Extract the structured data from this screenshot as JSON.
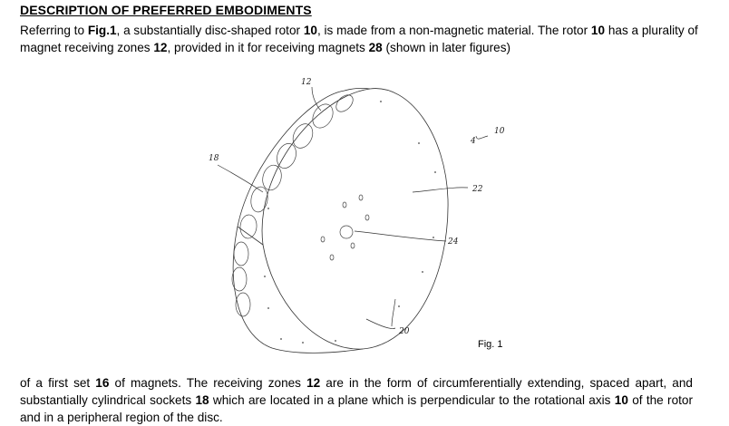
{
  "heading": "DESCRIPTION OF PREFERRED EMBODIMENTS",
  "para1": [
    {
      "t": "Referring to "
    },
    {
      "t": "Fig.1",
      "b": true
    },
    {
      "t": ", a substantially disc-shaped rotor "
    },
    {
      "t": "10",
      "b": true
    },
    {
      "t": ", is made from a non-magnetic material.  The rotor "
    },
    {
      "t": "10",
      "b": true
    },
    {
      "t": " has a plurality of magnet receiving zones "
    },
    {
      "t": "12",
      "b": true
    },
    {
      "t": ", provided in it for receiving magnets "
    },
    {
      "t": "28",
      "b": true
    },
    {
      "t": " (shown in later figures)"
    }
  ],
  "para2": [
    {
      "t": "of a first set "
    },
    {
      "t": "16",
      "b": true
    },
    {
      "t": " of magnets.  The receiving zones "
    },
    {
      "t": "12",
      "b": true
    },
    {
      "t": " are in the form of circumferentially extending, spaced apart, and substantially cylindrical sockets "
    },
    {
      "t": "18",
      "b": true
    },
    {
      "t": " which are located in a plane which is perpendicular to the rotational axis "
    },
    {
      "t": "10",
      "b": true
    },
    {
      "t": " of the rotor and in a peripheral region of the disc."
    }
  ],
  "figure": {
    "caption": "Fig. 1",
    "labels": {
      "l12": "12",
      "l10": "10",
      "l4": "4",
      "l18": "18",
      "l22": "22",
      "l24": "24",
      "l20": "20"
    }
  }
}
